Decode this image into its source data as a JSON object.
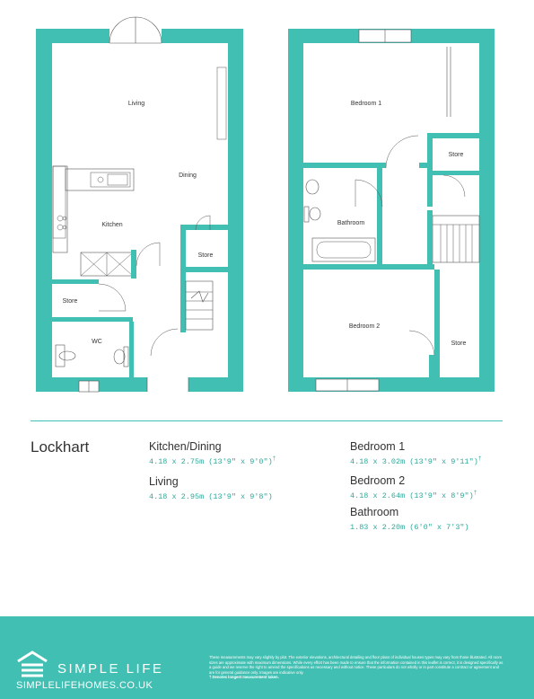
{
  "rooms_ground": {
    "living": "Living",
    "dining": "Dining",
    "kitchen": "Kitchen",
    "store1": "Store",
    "store2": "Store",
    "wc": "WC"
  },
  "rooms_first": {
    "bedroom1": "Bedroom 1",
    "store1": "Store",
    "bathroom": "Bathroom",
    "bedroom2": "Bedroom 2",
    "store2": "Store"
  },
  "house_name": "Lockhart",
  "schedule": [
    {
      "name": "Kitchen/Dining",
      "dims": "4.18 x 2.75m (13'9\" x 9'0\")",
      "mark": "†"
    },
    {
      "name": "Living",
      "dims": "4.18 x 2.95m (13'9\" x 9'8\")",
      "mark": ""
    },
    {
      "name": "Bedroom 1",
      "dims": "4.18 x 3.02m (13'9\" x 9'11\")",
      "mark": "†"
    },
    {
      "name": "Bedroom 2",
      "dims": "4.18 x 2.64m (13'9\" x 8'9\")",
      "mark": "†"
    },
    {
      "name": "Bathroom",
      "dims": "1.83 x 2.20m (6'0\" x 7'3\")",
      "mark": ""
    }
  ],
  "brand": {
    "name": "SIMPLE LIFE",
    "website": "SIMPLELIFEHOMES.CO.UK"
  },
  "disclaimer": {
    "text": "These measurements may vary slightly by plot. The exterior elevations, architectural detailing and floor plans of individual houses types may vary from those illustrated. All room sizes are approximate with maximum dimensions. While every effort has been made to ensure that the information contained in this leaflet is correct, it is designed specifically as a guide and we reserve the right to amend the specifications as necessary and without notice. These particulars do not wholly or in part constitute a contract or agreement and are for general guidance only. Images are indicative only.",
    "note": "† Denotes longest measurement taken."
  },
  "colors": {
    "accent": "#40bfb2",
    "text": "#333333"
  }
}
